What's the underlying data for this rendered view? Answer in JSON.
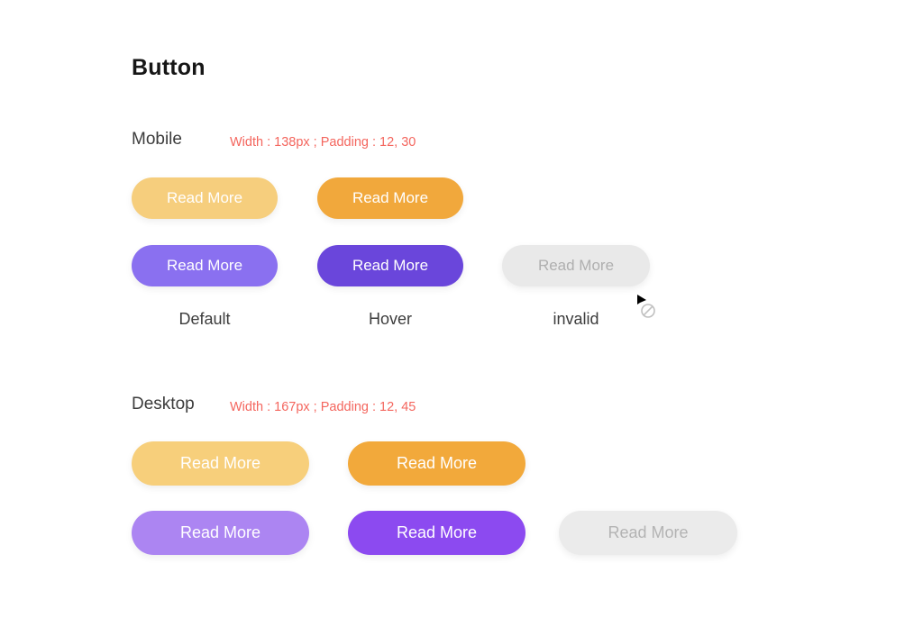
{
  "page": {
    "title": "Button"
  },
  "mobile": {
    "label": "Mobile",
    "annotation": "Width : 138px ; Padding : 12, 30",
    "buttons": [
      {
        "label": "Read More",
        "state": "default-yellow",
        "bg": "#F6CE7D",
        "fg": "#FFFFFF"
      },
      {
        "label": "Read More",
        "state": "hover-yellow",
        "bg": "#F1A83C",
        "fg": "#FFFFFF"
      },
      {
        "label": "Read More",
        "state": "default-purple",
        "bg": "#8A70F0",
        "fg": "#FFFFFF"
      },
      {
        "label": "Read More",
        "state": "hover-purple",
        "bg": "#6A46DB",
        "fg": "#FFFFFF"
      },
      {
        "label": "Read More",
        "state": "invalid",
        "bg": "#E9E9E9",
        "fg": "#AFAFAF"
      }
    ],
    "state_labels": [
      "Default",
      "Hover",
      "invalid"
    ]
  },
  "desktop": {
    "label": "Desktop",
    "annotation": "Width : 167px ; Padding : 12, 45",
    "buttons": [
      {
        "label": "Read More",
        "state": "default-yellow",
        "bg": "#F7CF7B",
        "fg": "#FFFFFF"
      },
      {
        "label": "Read More",
        "state": "hover-yellow",
        "bg": "#F2A93B",
        "fg": "#FFFFFF"
      },
      {
        "label": "Read More",
        "state": "default-purple",
        "bg": "#AC85F2",
        "fg": "#FFFFFF"
      },
      {
        "label": "Read More",
        "state": "hover-purple",
        "bg": "#8C4AF0",
        "fg": "#FFFFFF"
      },
      {
        "label": "Read More",
        "state": "invalid",
        "bg": "#EBEBEB",
        "fg": "#B3B3B3"
      }
    ]
  },
  "colors": {
    "annotation_red": "#F4665E",
    "heading_text": "#161616",
    "label_text": "#3C3C3C",
    "cursor_black": "#000000",
    "cursor_circle_gray": "#C0C0C0"
  },
  "cursor": {
    "name": "not-allowed-cursor"
  }
}
